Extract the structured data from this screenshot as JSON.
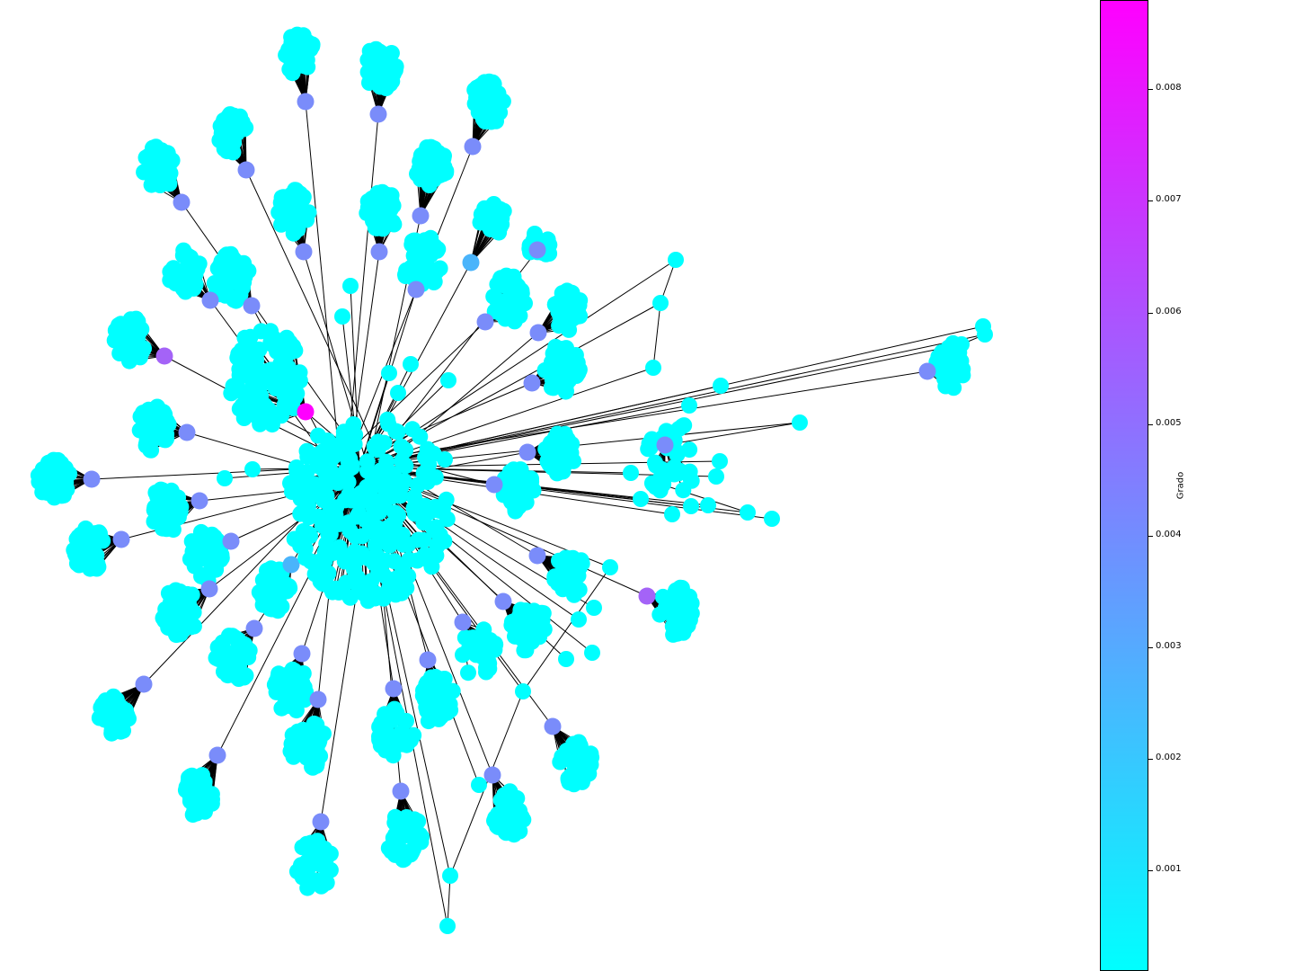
{
  "figure": {
    "colormap": [
      "#00ffff",
      "#ff00ff"
    ],
    "edge_color": "#000000",
    "low_degree_color": "#00ffff",
    "high_degree_color": "#ff00ff"
  },
  "colorbar": {
    "label": "Grado",
    "ticks": [
      "0.001",
      "0.002",
      "0.003",
      "0.004",
      "0.005",
      "0.006",
      "0.007",
      "0.008"
    ],
    "tick_values": [
      0.001,
      0.002,
      0.003,
      0.004,
      0.005,
      0.006,
      0.007,
      0.008
    ],
    "range": [
      0.0001,
      0.0088
    ]
  }
}
